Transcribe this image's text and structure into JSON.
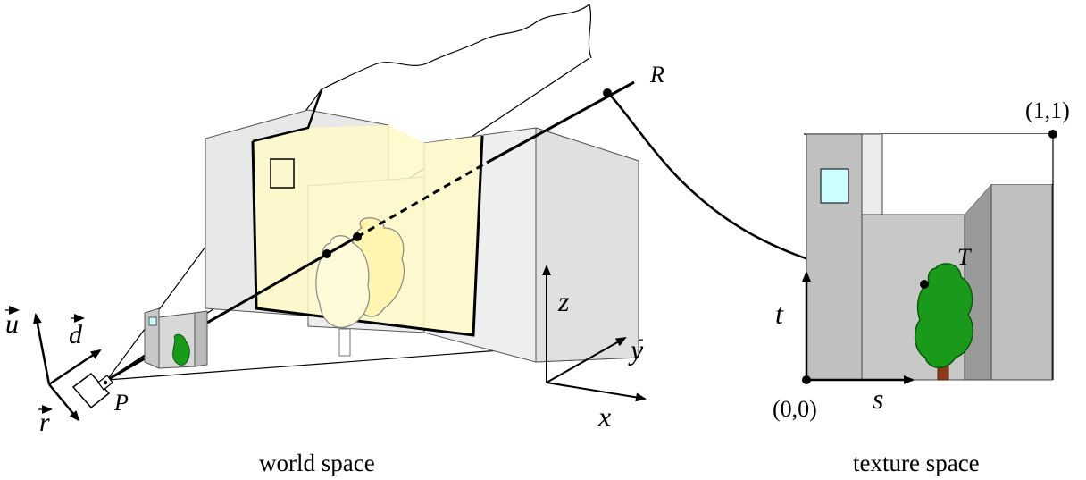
{
  "labels": {
    "vec_u": "u",
    "vec_d": "d",
    "vec_r": "r",
    "point_p": "P",
    "point_r": "R",
    "point_t": "T",
    "axis_z": "z",
    "axis_y": "y",
    "axis_x": "x",
    "axis_t": "t",
    "axis_s": "s",
    "origin": "(0,0)",
    "corner": "(1,1)",
    "world_caption": "world space",
    "texture_caption": "texture space"
  },
  "colors": {
    "building_grey": "#c8c8c8",
    "wall_light": "#ececec",
    "frustum_yellow": "#fff9c8",
    "tree_green": "#1a9a1a",
    "tree_pale": "#fffbd9",
    "trunk_brown": "#8b3a1a",
    "window_cyan": "#ccffff"
  }
}
